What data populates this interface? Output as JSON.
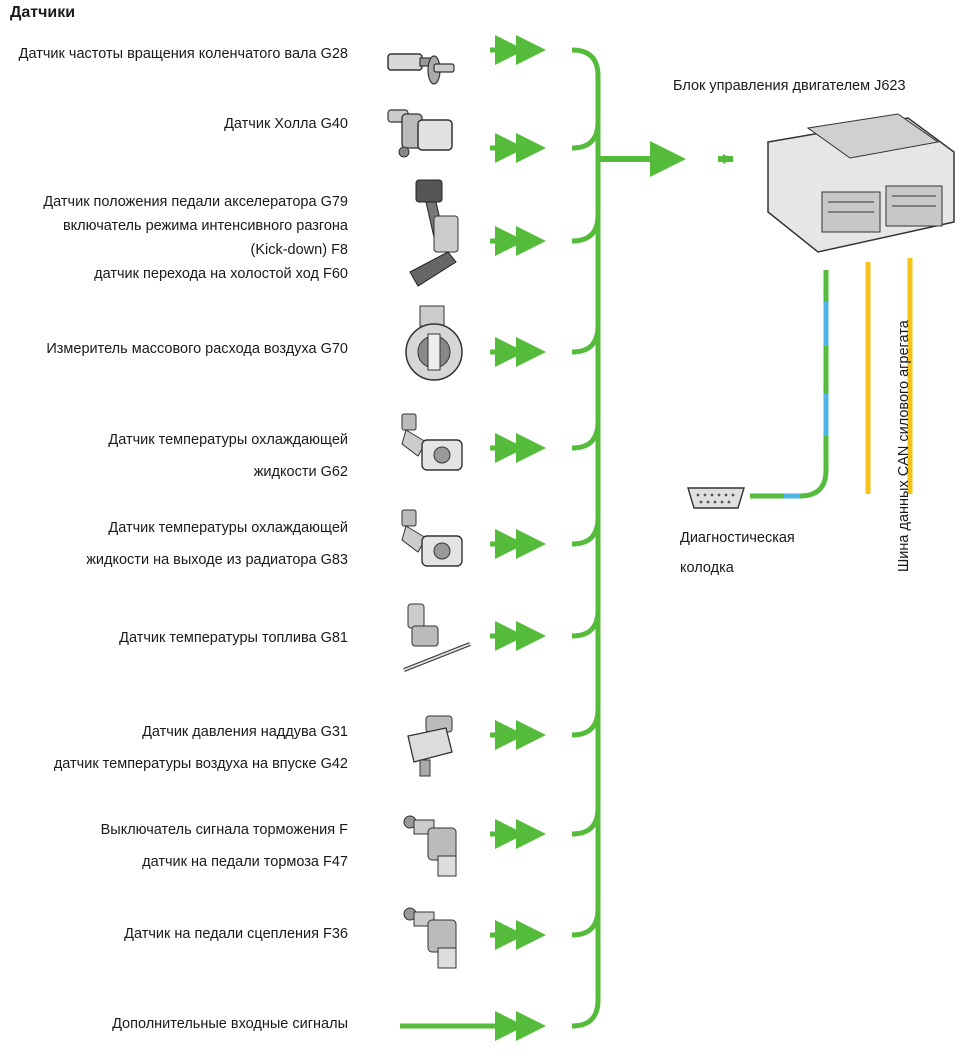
{
  "title": "Датчики",
  "sensors": [
    {
      "lines": [
        "Датчик частоты вращения коленчатого вала G28"
      ],
      "icon": "crankshaft-sensor-icon"
    },
    {
      "lines": [
        "Датчик Холла G40"
      ],
      "icon": "hall-sensor-icon"
    },
    {
      "lines": [
        "Датчик положения педали акселератора G79",
        "включатель режима интенсивного разгона",
        "(Kick-down) F8",
        "датчик перехода на холостой ход F60"
      ],
      "icon": "accelerator-pedal-icon"
    },
    {
      "lines": [
        "Измеритель массового расхода воздуха G70"
      ],
      "icon": "air-mass-meter-icon"
    },
    {
      "lines": [
        "Датчик температуры охлаждающей",
        "жидкости G62"
      ],
      "icon": "coolant-temp-sensor-icon"
    },
    {
      "lines": [
        "Датчик температуры охлаждающей",
        "жидкости на выходе из радиатора G83"
      ],
      "icon": "radiator-outlet-temp-sensor-icon"
    },
    {
      "lines": [
        "Датчик температуры топлива G81"
      ],
      "icon": "fuel-temp-sensor-icon"
    },
    {
      "lines": [
        "Датчик давления наддува G31",
        "датчик температуры воздуха на впуске G42"
      ],
      "icon": "boost-pressure-sensor-icon"
    },
    {
      "lines": [
        "Выключатель сигнала торможения F",
        "датчик на педали тормоза F47"
      ],
      "icon": "brake-switch-icon"
    },
    {
      "lines": [
        "Датчик на педали сцепления F36"
      ],
      "icon": "clutch-sensor-icon"
    },
    {
      "lines": [
        "Дополнительные входные сигналы"
      ],
      "icon": ""
    }
  ],
  "ecu": {
    "label": "Блок управления двигателем J623",
    "icon": "engine-control-unit-icon"
  },
  "diagnostic": {
    "line1": "Диагностическая",
    "line2": "колодка",
    "icon": "obd-connector-icon"
  },
  "can_bus_label": "Шина данных CAN силового агрегата",
  "colors": {
    "signal": "#55bb3a",
    "can": "#f7c21a",
    "diag": "#4db6e6"
  }
}
